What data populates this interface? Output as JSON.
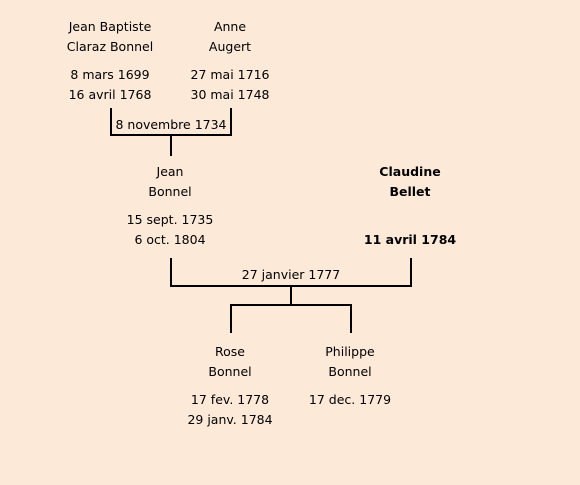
{
  "people": [
    {
      "id": "jean-baptiste",
      "name_line1": "Jean Baptiste",
      "name_line2": "Claraz Bonnel",
      "birth": "8 mars 1699",
      "death": "16 avril 1768"
    },
    {
      "id": "anne",
      "name_line1": "Anne",
      "name_line2": "Augert",
      "birth": "27 mai 1716",
      "death": "30 mai 1748"
    },
    {
      "id": "jean",
      "name_line1": "Jean",
      "name_line2": "Bonnel",
      "birth": "15 sept. 1735",
      "death": "6 oct. 1804"
    },
    {
      "id": "claudine",
      "name_line1": "Claudine",
      "name_line2": "Bellet",
      "birth": "",
      "death": "11 avril 1784"
    },
    {
      "id": "rose",
      "name_line1": "Rose",
      "name_line2": "Bonnel",
      "birth": "17 fev. 1778",
      "death": "29 janv. 1784"
    },
    {
      "id": "philippe",
      "name_line1": "Philippe",
      "name_line2": "Bonnel",
      "birth": "17 dec. 1779",
      "death": ""
    }
  ],
  "marriages": [
    {
      "id": "marriage-1",
      "date": "8 novembre 1734"
    },
    {
      "id": "marriage-2",
      "date": "27 janvier 1777"
    }
  ],
  "colors": {
    "background": "#fce9d8",
    "text": "#000000",
    "lines": "#000000"
  }
}
